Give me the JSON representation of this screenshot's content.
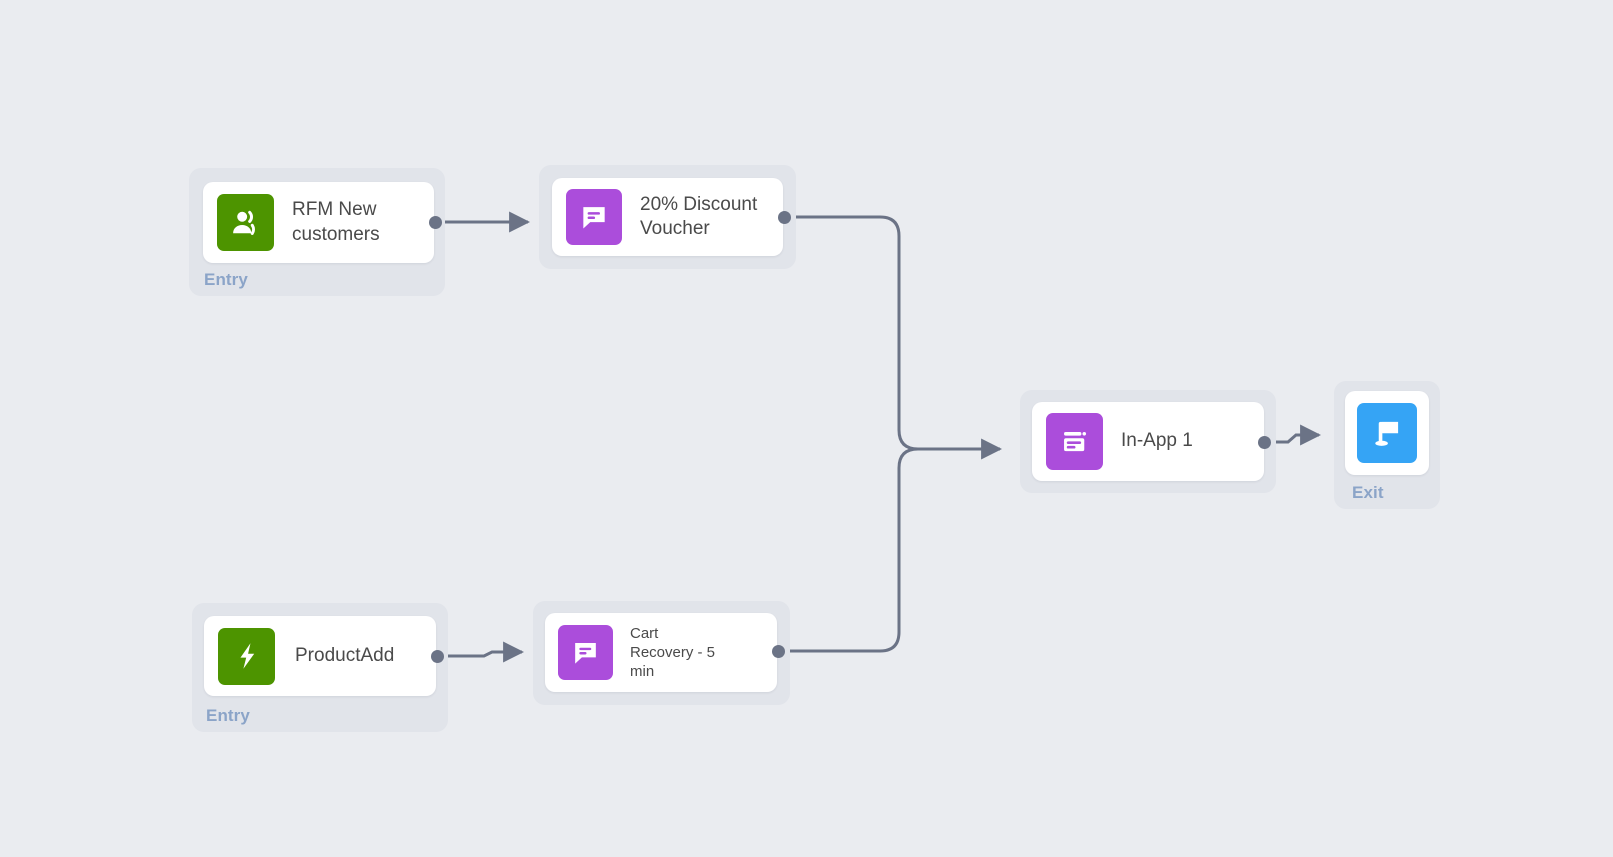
{
  "canvas": {
    "background_color": "#eaecf0",
    "title": "Customer journey flow canvas"
  },
  "palette": {
    "group_plate": "#e1e4ea",
    "card": "#ffffff",
    "edge": "#6b7386",
    "caption": "#8ba4c8",
    "label_text": "#4a4a4a",
    "icon_green": "#4d9400",
    "icon_purple": "#ab4ddb",
    "icon_blue": "#35a4f5"
  },
  "nodes": [
    {
      "id": "rfm-new-customers",
      "label": "RFM New\ncustomers",
      "caption": "Entry",
      "icon": "people-group-icon",
      "icon_color": "#4d9400",
      "type": "entry"
    },
    {
      "id": "discount-voucher",
      "label": "20% Discount\nVoucher",
      "caption": "",
      "icon": "message-bubble-icon",
      "icon_color": "#ab4ddb",
      "type": "message"
    },
    {
      "id": "in-app-1",
      "label": "In-App 1",
      "caption": "",
      "icon": "in-app-window-icon",
      "icon_color": "#ab4ddb",
      "type": "in-app"
    },
    {
      "id": "exit",
      "label": "",
      "caption": "Exit",
      "icon": "flag-icon",
      "icon_color": "#35a4f5",
      "type": "exit"
    },
    {
      "id": "product-add",
      "label": "ProductAdd",
      "caption": "Entry",
      "icon": "lightning-bolt-icon",
      "icon_color": "#4d9400",
      "type": "entry"
    },
    {
      "id": "cart-recovery",
      "label": "Cart\nRecovery - 5\nmin",
      "caption": "",
      "icon": "message-bubble-icon",
      "icon_color": "#ab4ddb",
      "type": "message"
    }
  ],
  "edges": [
    {
      "from": "rfm-new-customers",
      "to": "discount-voucher"
    },
    {
      "from": "discount-voucher",
      "to": "in-app-1"
    },
    {
      "from": "product-add",
      "to": "cart-recovery"
    },
    {
      "from": "cart-recovery",
      "to": "in-app-1"
    },
    {
      "from": "in-app-1",
      "to": "exit"
    }
  ]
}
